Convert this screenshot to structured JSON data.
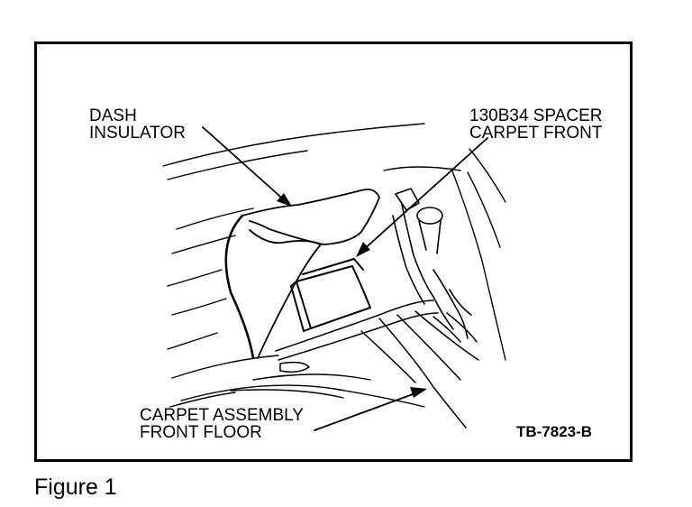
{
  "figure": {
    "caption": "Figure 1",
    "code": "TB-7823-B",
    "labels": {
      "dash_insulator": [
        "DASH",
        "INSULATOR"
      ],
      "spacer": [
        "130B34 SPACER",
        "CARPET FRONT"
      ],
      "carpet": [
        "CARPET ASSEMBLY",
        "FRONT FLOOR"
      ]
    }
  }
}
